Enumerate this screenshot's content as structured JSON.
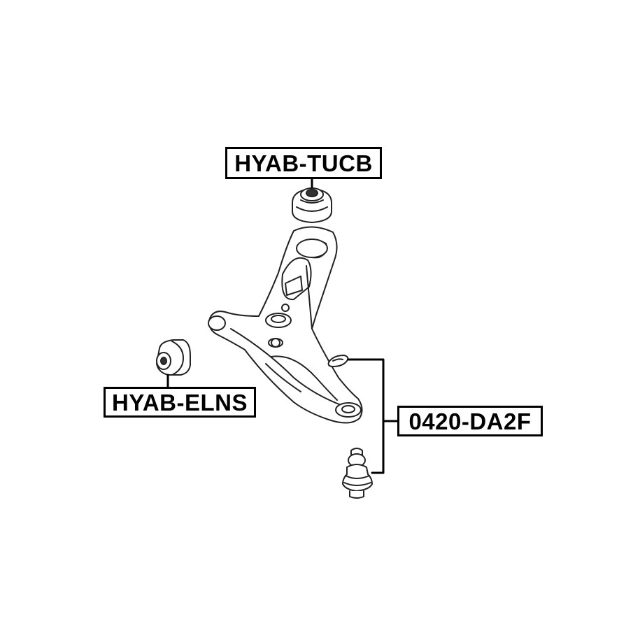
{
  "labels": {
    "upper_bushing": "HYAB-TUCB",
    "rear_bushing": "HYAB-ELNS",
    "ball_joint": "0420-DA2F"
  },
  "colors": {
    "line": "#000000",
    "background": "#ffffff"
  }
}
